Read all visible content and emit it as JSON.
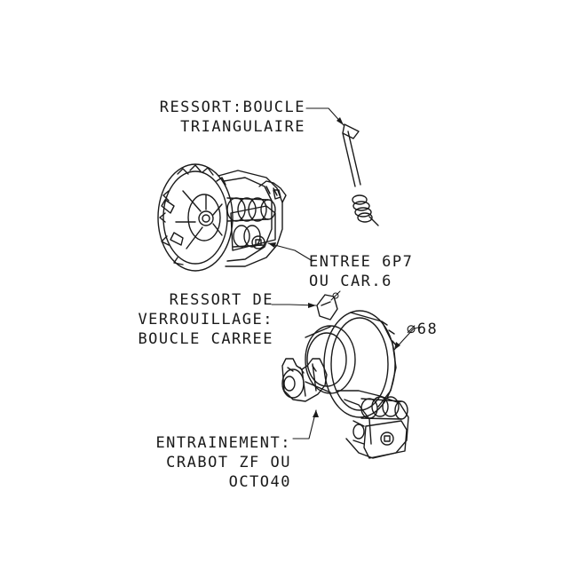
{
  "labels": {
    "ressort_triangulaire": [
      "RESSORT:BOUCLE",
      "TRIANGULAIRE"
    ],
    "entree": [
      "ENTREE 6P7",
      "OU CAR.6"
    ],
    "ressort_verrouillage": [
      "RESSORT DE",
      "VERROUILLAGE:",
      "BOUCLE CARREE"
    ],
    "diametre": "⌀68",
    "entrainement": [
      "ENTRAINEMENT:",
      "CRABOT ZF OU",
      "OCTO40"
    ]
  },
  "colors": {
    "line": "#1a1a1a",
    "background": "#ffffff"
  }
}
